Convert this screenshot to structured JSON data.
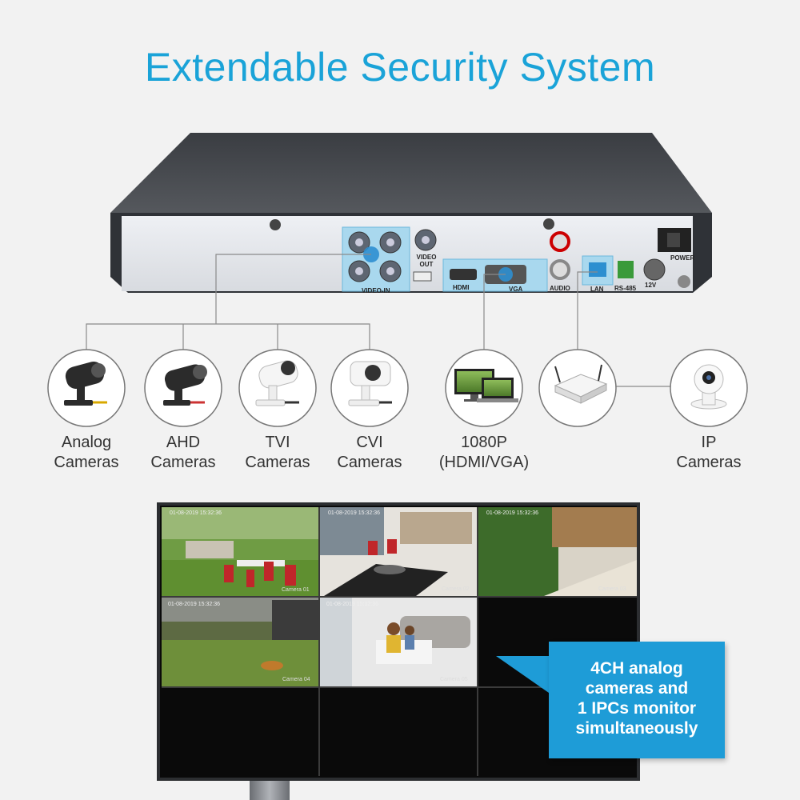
{
  "title": "Extendable Security System",
  "colors": {
    "accent": "#1aa3d8",
    "callout": "#1e9cd7",
    "background": "#f2f2f2"
  },
  "dvr_panel": {
    "video_in": "VIDEO-IN",
    "video_out": "VIDEO OUT",
    "hdmi": "HDMI",
    "vga": "VGA",
    "audio": "AUDIO",
    "lan": "LAN",
    "rs485": "RS-485",
    "power_in": "12V",
    "power_switch": "POWER"
  },
  "devices": [
    {
      "id": "analog",
      "icon": "analog-camera-icon",
      "label_line1": "Analog",
      "label_line2": "Cameras"
    },
    {
      "id": "ahd",
      "icon": "ahd-camera-icon",
      "label_line1": "AHD",
      "label_line2": "Cameras"
    },
    {
      "id": "tvi",
      "icon": "tvi-camera-icon",
      "label_line1": "TVI",
      "label_line2": "Cameras"
    },
    {
      "id": "cvi",
      "icon": "cvi-camera-icon",
      "label_line1": "CVI",
      "label_line2": "Cameras"
    },
    {
      "id": "display",
      "icon": "display-devices-icon",
      "label_line1": "1080P",
      "label_line2": "(HDMI/VGA)"
    },
    {
      "id": "router",
      "icon": "router-icon",
      "label_line1": "",
      "label_line2": ""
    },
    {
      "id": "ip",
      "icon": "ip-camera-icon",
      "label_line1": "IP",
      "label_line2": "Cameras"
    }
  ],
  "monitor": {
    "tiles": [
      {
        "caption": "Camera 01",
        "timestamp": "01-08-2019 15:32:36"
      },
      {
        "caption": "Camera 02",
        "timestamp": "01-08-2019 15:32:36"
      },
      {
        "caption": "Camera 03",
        "timestamp": "01-08-2019 15:32:36"
      },
      {
        "caption": "Camera 04",
        "timestamp": "01-08-2019 15:32:36"
      },
      {
        "caption": "Camera 05",
        "timestamp": "01-08-2019 15:32:36"
      }
    ]
  },
  "callout": {
    "line1": "4CH analog",
    "line2": "cameras and",
    "line3": "1 IPCs monitor",
    "line4": "simultaneously"
  }
}
